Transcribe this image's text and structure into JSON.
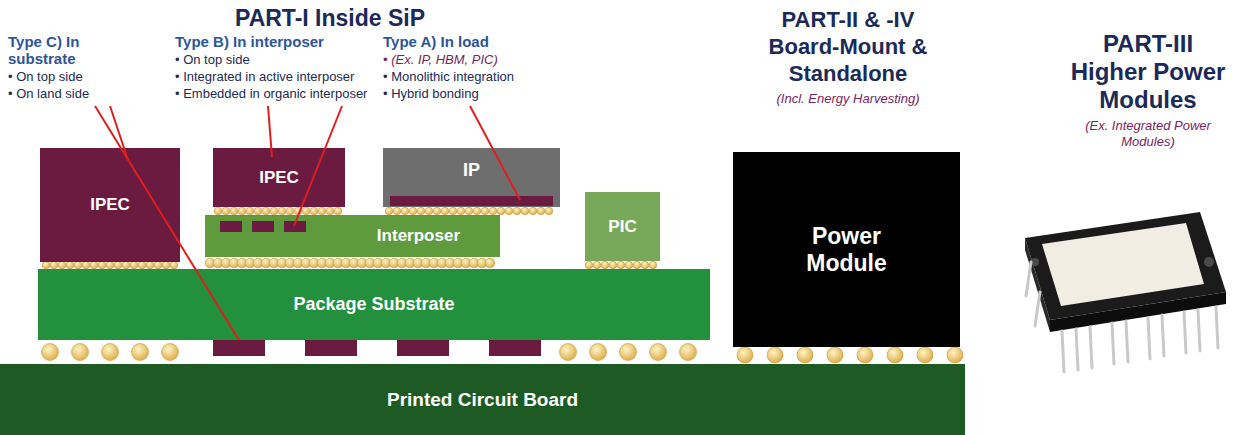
{
  "diagram": {
    "nodes": [
      {
        "text": [
          "IPEC"
        ]
      },
      {
        "text": [
          "IPEC"
        ]
      },
      {
        "text": [
          "IP"
        ]
      },
      {
        "text": [
          "Interposer"
        ]
      },
      {
        "text": [
          "PIC"
        ]
      },
      {
        "text": [
          "Package Substrate"
        ]
      },
      {
        "text": [
          "Power Module"
        ]
      },
      {
        "text": [
          "Printed Circuit Board"
        ]
      }
    ],
    "labels": [
      "PART-I Inside SiP",
      "Type C) In substrate",
      "• On top side",
      "• On land side",
      "Type B) In interposer",
      "• On top side",
      "• Integrated in active interposer",
      "• Embedded in organic interposer",
      "Type A) In load",
      "• (Ex. IP, HBM, PIC)",
      "• Monolithic integration",
      "• Hybrid bonding",
      "PART-II & -IV Board-Mount & Standalone",
      "(Incl. Energy Harvesting)",
      "PART-III Higher Power Modules",
      "(Ex. Integrated Power Modules)"
    ]
  }
}
